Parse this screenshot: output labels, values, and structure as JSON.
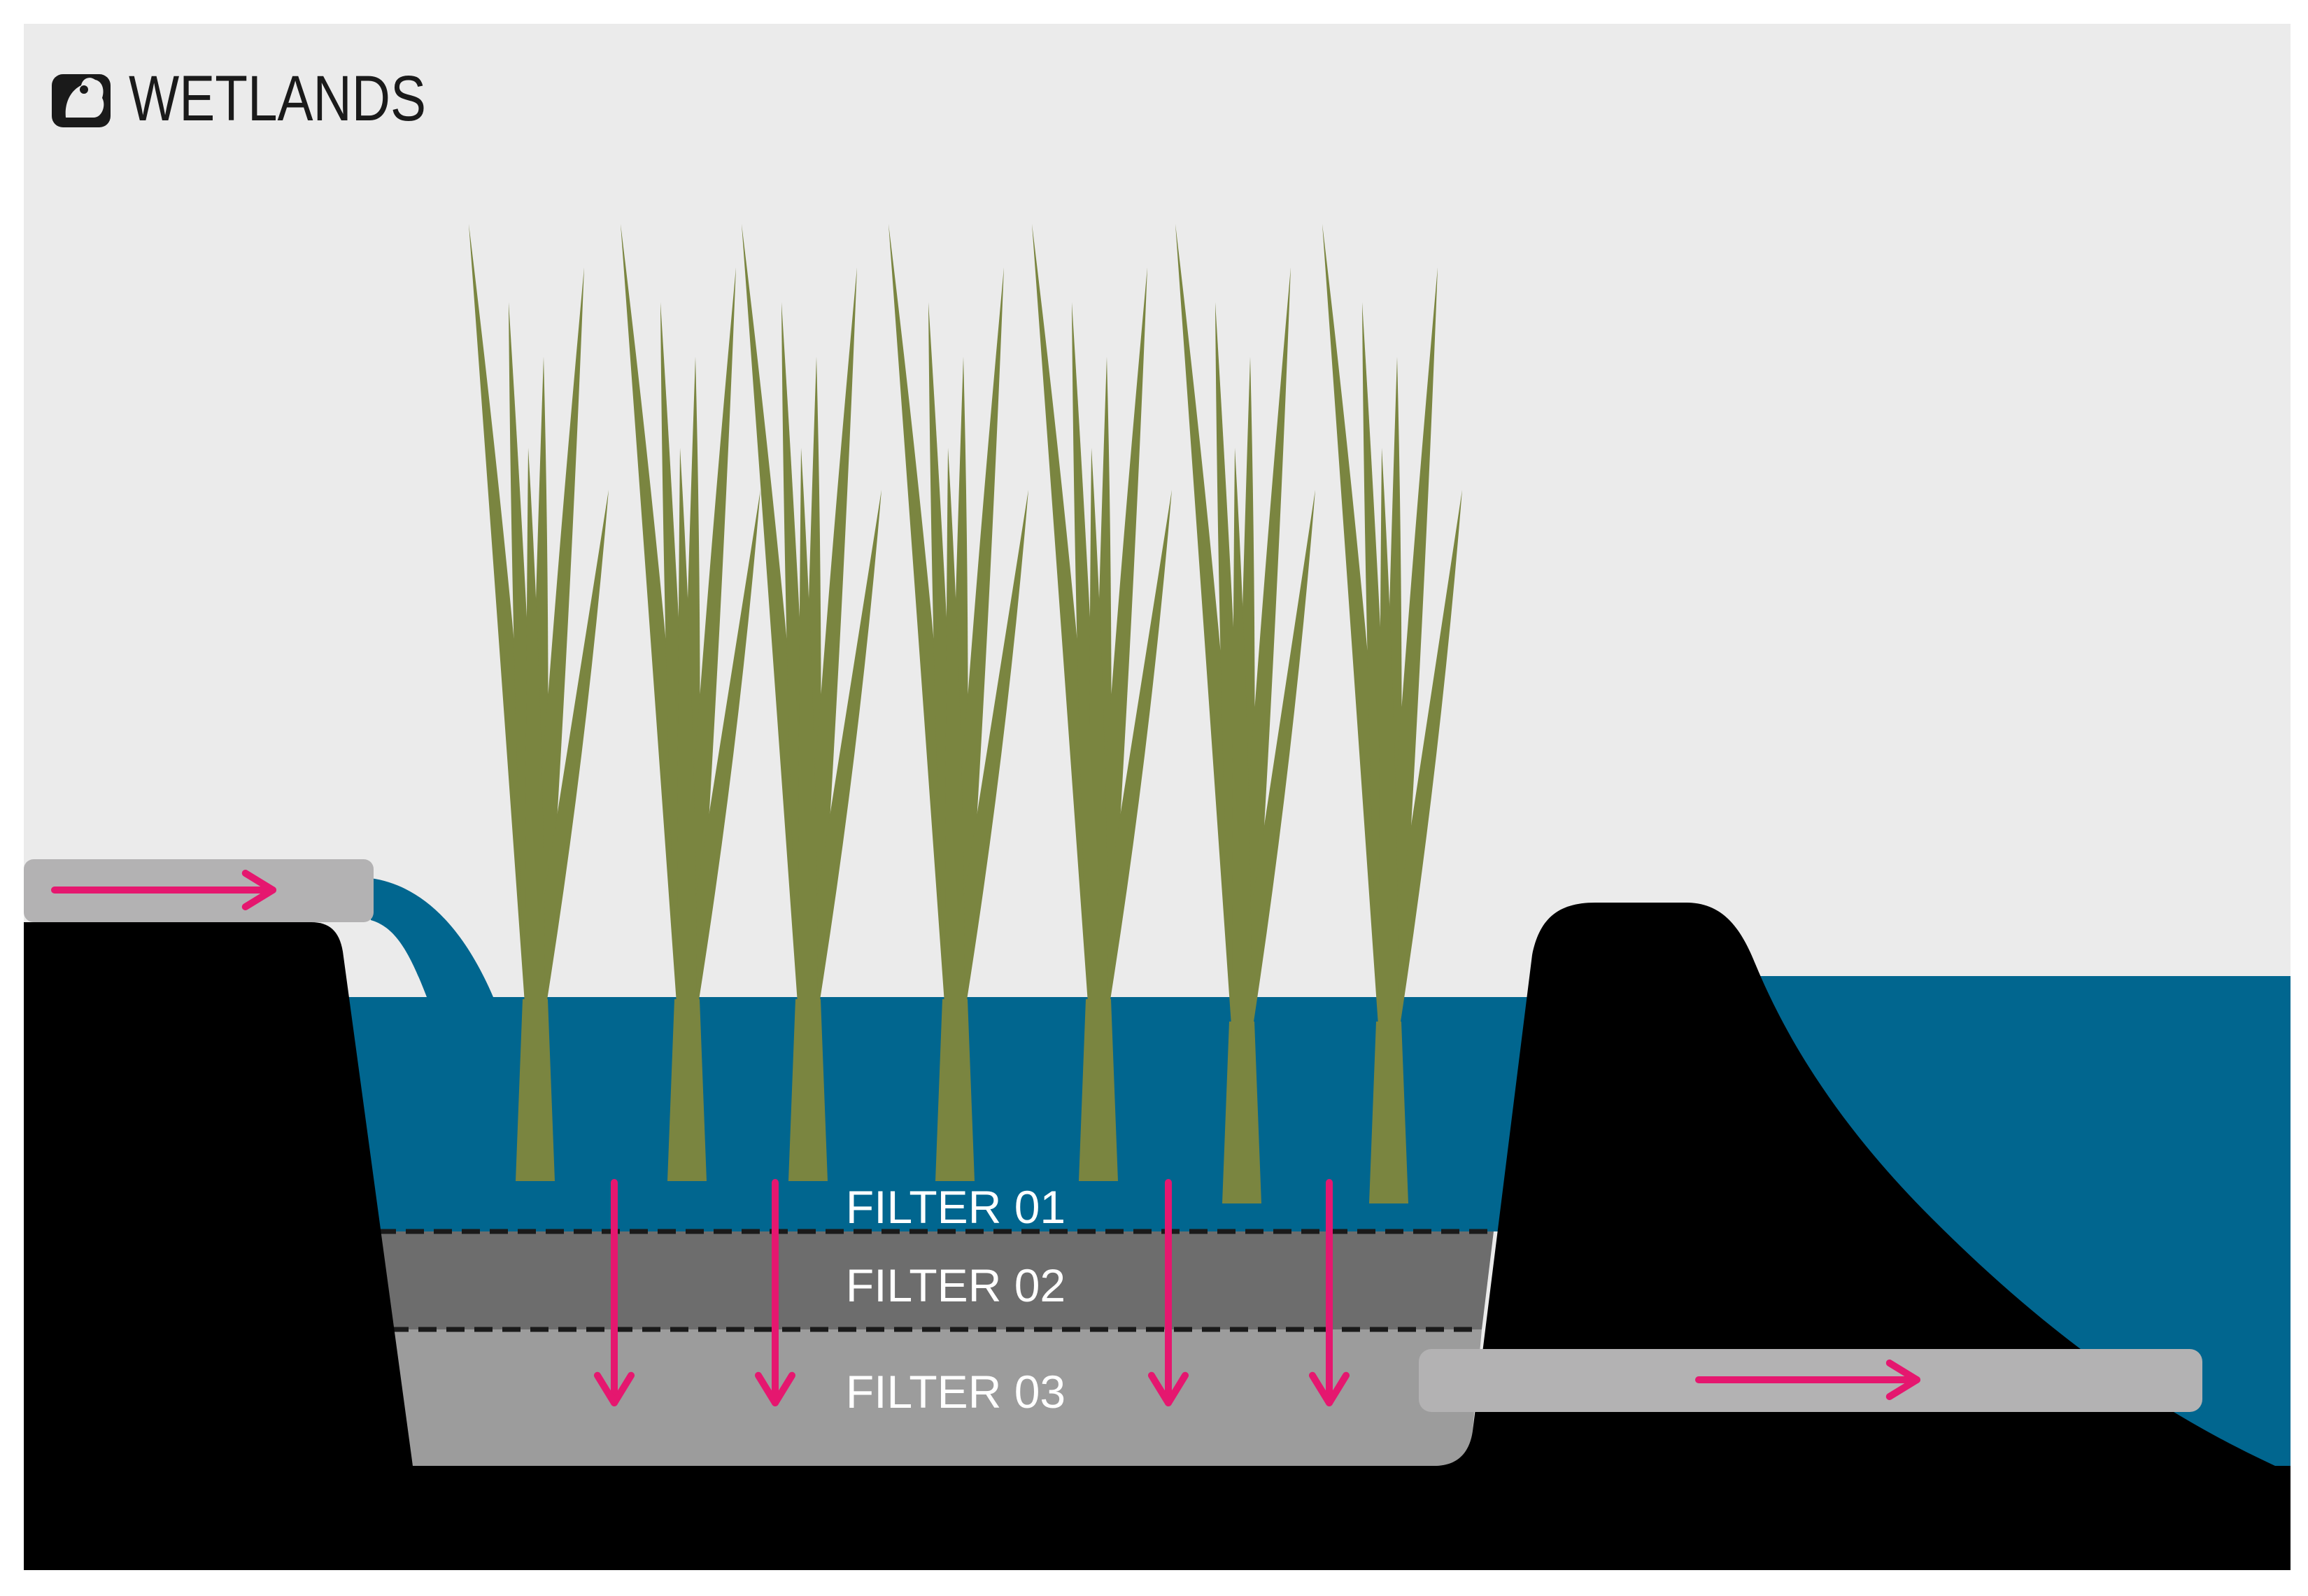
{
  "title": "WETLANDS",
  "filters": [
    {
      "label": "FILTER 01"
    },
    {
      "label": "FILTER 02"
    },
    {
      "label": "FILTER 03"
    }
  ],
  "icons": {
    "title_icon": "wetland-badge-icon",
    "flow_arrow": "arrow-icon"
  },
  "colors": {
    "sky": "#ebebeb",
    "water": "#01668f",
    "earth": "#000000",
    "reed": "#7a8540",
    "filter_01": "#01668f",
    "filter_02": "#6d6d6d",
    "filter_03": "#9c9c9c",
    "pipe": "#b3b2b3",
    "arrow": "#e5176f",
    "filter_text": "#ffffff",
    "title_text": "#1a1a1a"
  }
}
